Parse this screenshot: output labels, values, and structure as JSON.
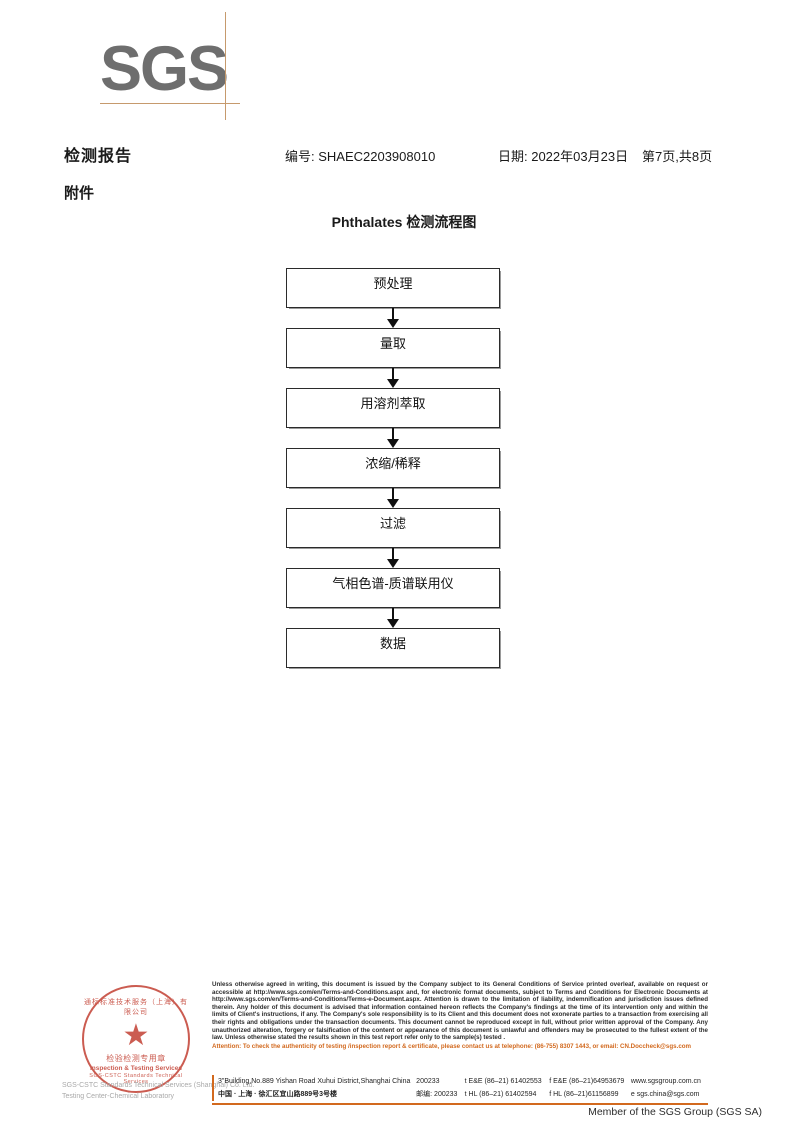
{
  "logo": {
    "brand": "SGS"
  },
  "header": {
    "report_title": "检测报告",
    "report_no": "编号: SHAEC2203908010",
    "report_date": "日期: 2022年03月23日",
    "page_count": "第7页,共8页",
    "attachment_label": "附件"
  },
  "flowchart": {
    "title": "Phthalates 检测流程图",
    "steps": [
      {
        "label": "预处理"
      },
      {
        "label": "量取"
      },
      {
        "label": "用溶剂萃取"
      },
      {
        "label": "浓缩/稀释"
      },
      {
        "label": "过滤"
      },
      {
        "label": "气相色谱-质谱联用仪"
      },
      {
        "label": "数据"
      }
    ]
  },
  "footer": {
    "stamp": {
      "arc_top": "通标标准技术服务（上海）有限公司",
      "arc_bottom": "SGS-CSTC Standards Technical Services",
      "center_cn": "检验检测专用章",
      "center_en": "Inspection & Testing Services",
      "star": "★"
    },
    "lab_name": "SGS-CSTC Standards Technical Services (Shanghai) Co. Ltd. Testing Center-Chemical Laboratory",
    "legal_text": "Unless otherwise agreed in writing, this document is issued by the Company subject to its General Conditions of Service printed overleaf, available on request or accessible at http://www.sgs.com/en/Terms-and-Conditions.aspx and, for electronic format documents, subject to Terms and Conditions for Electronic Documents at http://www.sgs.com/en/Terms-and-Conditions/Terms-e-Document.aspx. Attention is drawn to the limitation of liability, indemnification and jurisdiction issues defined therein. Any holder of this document is advised that information contained hereon reflects the Company's findings at the time of its intervention only and within the limits of Client's instructions, if any. The Company's sole responsibility is to its Client and this document does not exonerate parties to a transaction from exercising all their rights and obligations under the transaction documents. This document cannot be reproduced except in full, without prior written approval of the Company. Any unauthorized alteration, forgery or falsification of the content or appearance of this document is unlawful and offenders may be prosecuted to the fullest extent of the law. Unless otherwise stated the results shown in this test report refer only to the sample(s) tested .",
    "attention_text": "Attention: To check the authenticity of testing /inspection report & certificate, please contact us at telephone: (86-755) 8307 1443, or email: CN.Doccheck@sgs.com",
    "address_rows": [
      {
        "address": "3\"Building,No.889 Yishan Road Xuhui District,Shanghai China",
        "zip": "200233",
        "tel1": "t E&E (86–21) 61402553",
        "tel2": "f E&E (86–21)64953679",
        "web": "www.sgsgroup.com.cn"
      },
      {
        "address": "中国 · 上海 · 徐汇区宜山路889号3号楼",
        "zip": "邮编: 200233",
        "tel1": "t HL (86–21) 61402594",
        "tel2": "f HL (86–21)61156899",
        "web": "e sgs.china@sgs.com"
      }
    ],
    "member_line": "Member of the SGS Group (SGS SA)"
  },
  "colors": {
    "logo_gray": "#6e6e6e",
    "logo_rule": "#c69a6d",
    "attention_orange": "#d2691e",
    "stamp_red": "#c0392b"
  }
}
